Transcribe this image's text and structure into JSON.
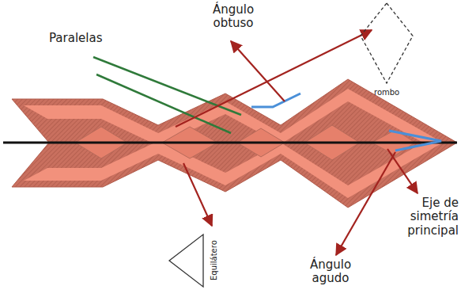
{
  "diagram": {
    "nodes": [
      {
        "text": [
          "rombo"
        ]
      },
      {
        "text": [
          "Equilátero"
        ]
      }
    ],
    "labels": [
      "Paralelas",
      "Ángulo obtuso",
      "Eje de simetría principal",
      "Ángulo agudo"
    ]
  }
}
